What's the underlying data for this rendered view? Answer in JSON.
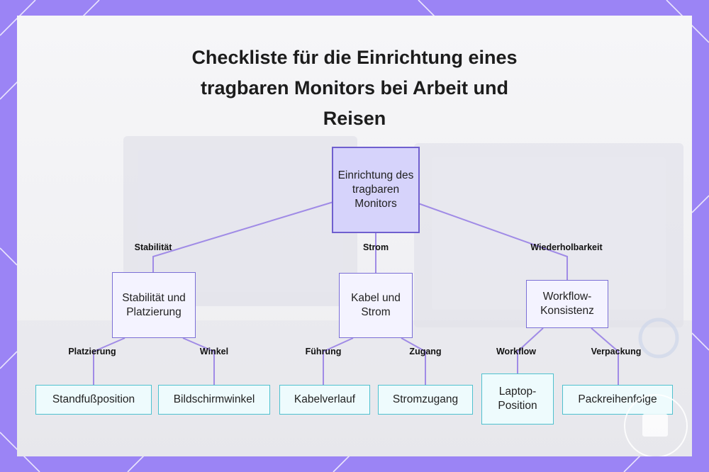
{
  "title": "Checkliste für die Einrichtung eines tragbaren Monitors bei Arbeit und Reisen",
  "nodes": {
    "root": "Einrichtung des tragbaren Monitors",
    "stability": "Stabilität und Platzierung",
    "cable": "Kabel und Strom",
    "workflow": "Workflow-Konsistenz",
    "stand": "Standfußposition",
    "angle": "Bildschirmwinkel",
    "routing": "Kabelverlauf",
    "power": "Stromzugang",
    "laptop": "Laptop-Position",
    "packing": "Packreihenfolge"
  },
  "edges": {
    "stability": "Stabilität",
    "power": "Strom",
    "repeat": "Wiederholbarkeit",
    "placement": "Platzierung",
    "angle": "Winkel",
    "guide": "Führung",
    "access": "Zugang",
    "workflow": "Workflow",
    "packing": "Verpackung"
  },
  "colors": {
    "frame": "#9b84f5",
    "link": "#a08be6",
    "root_fill": "#d6d3fb",
    "root_border": "#6f5fcf",
    "leaf_border": "#4fc1cf"
  }
}
